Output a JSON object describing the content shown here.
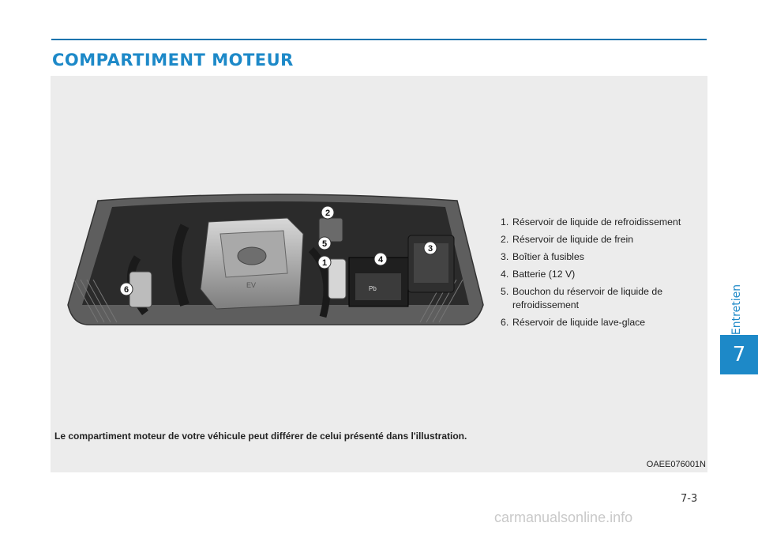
{
  "header": {
    "title": "COMPARTIMENT MOTEUR"
  },
  "figure": {
    "items": [
      {
        "num": "1.",
        "label": "Réservoir de liquide de refroidissement"
      },
      {
        "num": "2.",
        "label": "Réservoir de liquide de frein"
      },
      {
        "num": "3.",
        "label": "Boîtier à fusibles"
      },
      {
        "num": "4.",
        "label": "Batterie (12 V)"
      },
      {
        "num": "5.",
        "label": "Bouchon du réservoir de liquide de refroidissement"
      },
      {
        "num": "6.",
        "label": "Réservoir de liquide lave-glace"
      }
    ],
    "callouts": [
      "1",
      "2",
      "3",
      "4",
      "5",
      "6"
    ],
    "engine_badge": "EV",
    "note": "Le compartiment moteur de votre véhicule peut différer de celui présenté dans l'illustration.",
    "code": "OAEE076001N"
  },
  "side_tab": {
    "section": "Entretien",
    "chapter": "7"
  },
  "footer": {
    "page": "7-3",
    "watermark": "carmanualsonline.info"
  },
  "colors": {
    "accent": "#1d89c8",
    "rule": "#1a73ad",
    "panel": "#ececec"
  }
}
